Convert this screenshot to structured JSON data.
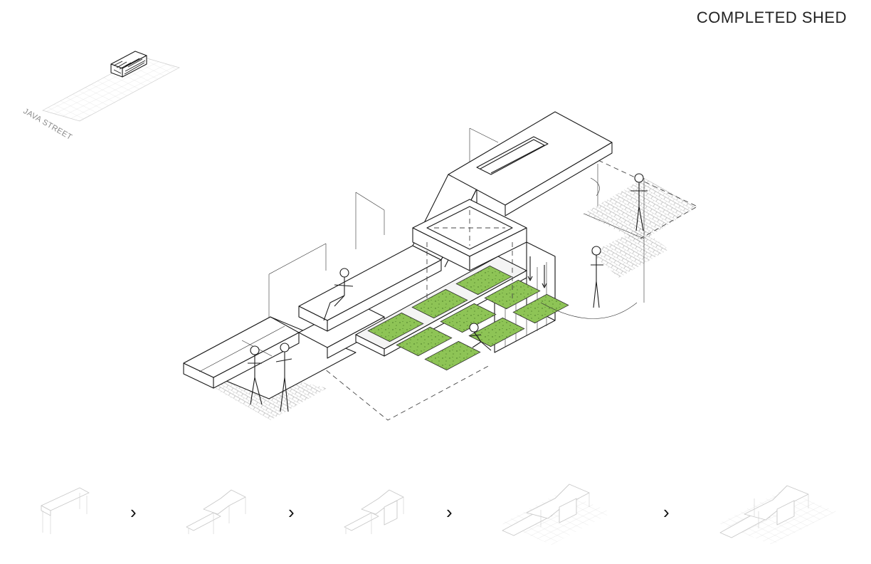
{
  "header": {
    "title": "COMPLETED SHED"
  },
  "site_key": {
    "street_label": "JAVA STREET"
  },
  "colors": {
    "planter_green": "#8ec456",
    "planter_dot": "#3f6d1f",
    "line": "#1a1a1a",
    "ghost": "#c9c9c9"
  },
  "sequence": {
    "steps": 5,
    "arrow_glyph": "›",
    "current_step": 5
  }
}
